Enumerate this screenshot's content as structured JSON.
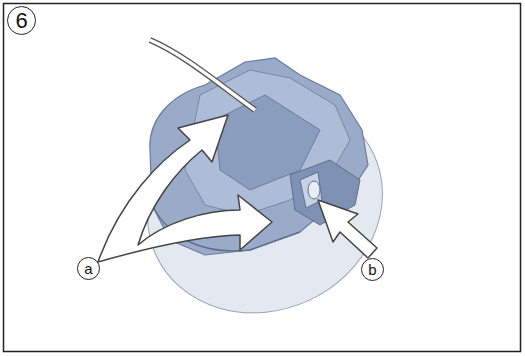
{
  "diagram": {
    "labels": [
      "6",
      "a",
      "b"
    ]
  }
}
